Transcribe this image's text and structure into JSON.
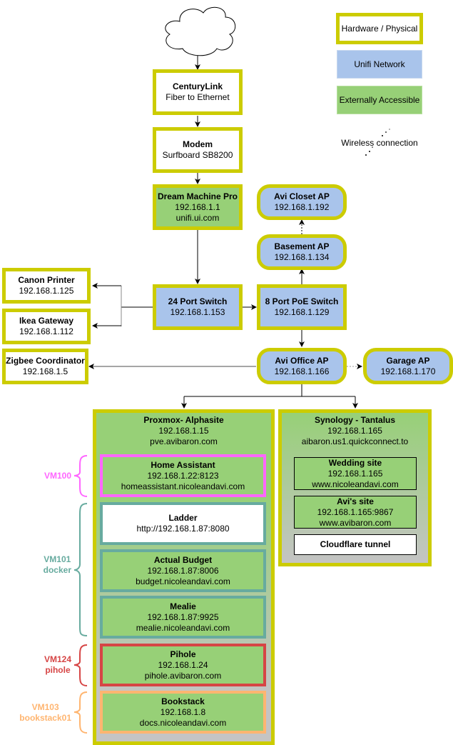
{
  "legend": {
    "hardware": "Hardware / Physical",
    "unifi": "Unifi Network",
    "external": "Externally Accessible",
    "wireless": "Wireless connection"
  },
  "colors": {
    "hardware_border": "#cccc00",
    "unifi_fill": "#a9c4eb",
    "external_fill": "#97d077",
    "vm100": "#ff66ff",
    "vm101": "#67ab9f",
    "vm124": "#d64545",
    "vm103": "#ffb570"
  },
  "nodes": {
    "internet": {
      "icon": "cloud-icon"
    },
    "centurylink": {
      "title": "CenturyLink",
      "line1": "Fiber to Ethernet"
    },
    "modem": {
      "title": "Modem",
      "line1": "Surfboard SB8200"
    },
    "dream_machine": {
      "title": "Dream Machine Pro",
      "line1": "192.168.1.1",
      "line2": "unifi.ui.com"
    },
    "switch24": {
      "title": "24 Port Switch",
      "line1": "192.168.1.153"
    },
    "switch8": {
      "title": "8 Port PoE Switch",
      "line1": "192.168.1.129"
    },
    "avi_closet_ap": {
      "title": "Avi Closet AP",
      "line1": "192.168.1.192"
    },
    "basement_ap": {
      "title": "Basement AP",
      "line1": "192.168.1.134"
    },
    "canon_printer": {
      "title": "Canon Printer",
      "line1": "192.168.1.125"
    },
    "ikea_gateway": {
      "title": "Ikea Gateway",
      "line1": "192.168.1.112"
    },
    "zigbee": {
      "title": "Zigbee Coordinator",
      "line1": "192.168.1.5"
    },
    "avi_office_ap": {
      "title": "Avi Office AP",
      "line1": "192.168.1.166"
    },
    "garage_ap": {
      "title": "Garage AP",
      "line1": "192.168.1.170"
    },
    "proxmox": {
      "title": "Proxmox- Alphasite",
      "line1": "192.168.1.15",
      "line2": "pve.avibaron.com"
    },
    "synology": {
      "title": "Synology - Tantalus",
      "line1": "192.168.1.165",
      "line2": "aibaron.us1.quickconnect.to"
    }
  },
  "proxmox_vms": [
    {
      "title": "Home Assistant",
      "line1": "192.168.1.22:8123",
      "line2": "homeassistant.nicoleandavi.com"
    },
    {
      "title": "Ladder",
      "line1": "http://192.168.1.87:8080",
      "line2": ""
    },
    {
      "title": "Actual Budget",
      "line1": "192.168.1.87:8006",
      "line2": "budget.nicoleandavi.com"
    },
    {
      "title": "Mealie",
      "line1": "192.168.1.87:9925",
      "line2": "mealie.nicoleandavi.com"
    },
    {
      "title": "Pihole",
      "line1": "192.168.1.24",
      "line2": "pihole.avibaron.com"
    },
    {
      "title": "Bookstack",
      "line1": "192.168.1.8",
      "line2": "docs.nicoleandavi.com"
    }
  ],
  "vm_groups": [
    {
      "line1": "VM100",
      "line2": ""
    },
    {
      "line1": "VM101",
      "line2": "docker"
    },
    {
      "line1": "VM124",
      "line2": "pihole"
    },
    {
      "line1": "VM103",
      "line2": "bookstack01"
    }
  ],
  "synology_services": [
    {
      "title": "Wedding site",
      "line1": "192.168.1.165",
      "line2": "www.nicoleandavi.com"
    },
    {
      "title": "Avi's site",
      "line1": "192.168.1.165:9867",
      "line2": "www.avibaron.com"
    },
    {
      "title": "Cloudflare tunnel",
      "line1": "",
      "line2": ""
    }
  ]
}
